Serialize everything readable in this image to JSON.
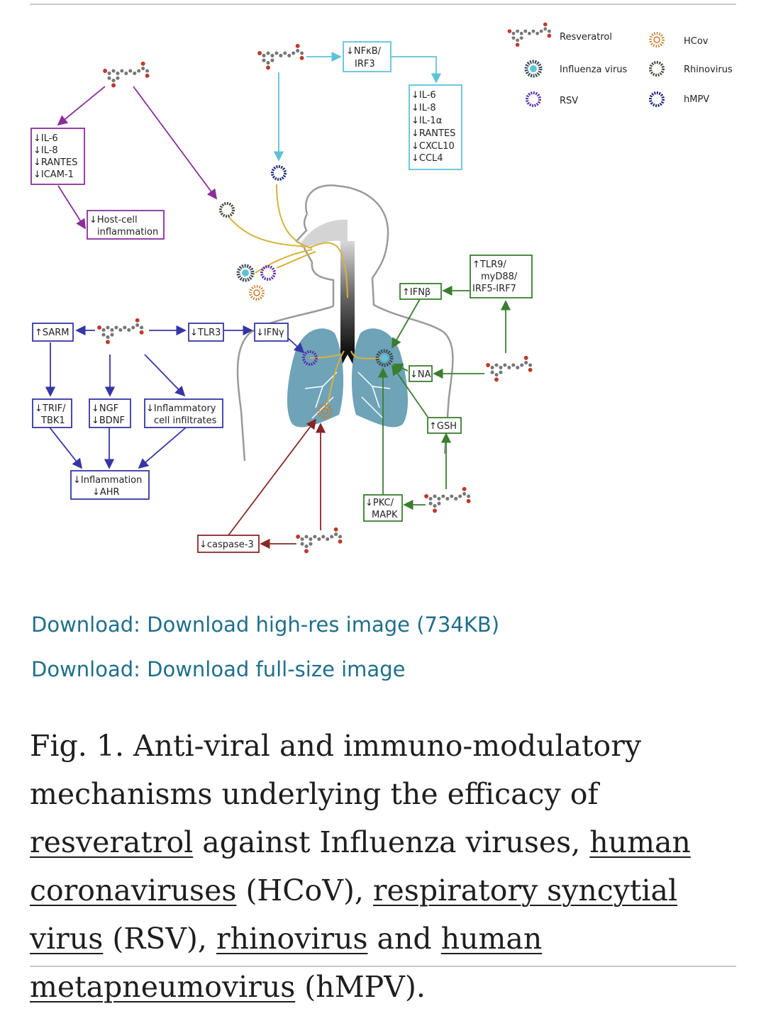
{
  "figure": {
    "legend": {
      "resveratrol": "Resveratrol",
      "hcov": "HCov",
      "influenza": "Influenza virus",
      "rhinovirus": "Rhinovirus",
      "rsv": "RSV",
      "hmpv": "hMPV"
    },
    "labels": {
      "nfkb_irf3_1": "↓NFκB/",
      "nfkb_irf3_2": "IRF3",
      "cyt_il6": "↓IL-6",
      "cyt_il8": "↓IL-8",
      "cyt_il1a": "↓IL-1α",
      "cyt_rantes": "↓RANTES",
      "cyt_cxcl10": "↓CXCL10",
      "cyt_ccl4": "↓CCL4",
      "left_il6": "↓IL-6",
      "left_il8": "↓IL-8",
      "left_rantes": "↓RANTES",
      "left_icam": "↓ICAM-1",
      "hostcell_1": "↓Host-cell",
      "hostcell_2": "inflammation",
      "tlr9_1": "↑TLR9/",
      "tlr9_2": "myD88/",
      "tlr9_3": "IRF5-IRF7",
      "ifnb": "↑IFNβ",
      "sarm": "↑SARM",
      "tlr3": "↓TLR3",
      "ifny": "↓IFNγ",
      "trif_1": "↓TRIF/",
      "trif_2": "TBK1",
      "ngf_1": "↓NGF",
      "ngf_2": "↓BDNF",
      "infl_1": "↓Inflammatory",
      "infl_2": "cell infiltrates",
      "ahr_1": "↓Inflammation",
      "ahr_2": "↓AHR",
      "na": "↓NA",
      "gsh": "↑GSH",
      "pkc_1": "↓PKC/",
      "pkc_2": "MAPK",
      "caspase": "↓caspase-3"
    }
  },
  "links": {
    "download_highres": "Download: Download high-res image (734KB)",
    "download_fullsize": "Download: Download full-size image"
  },
  "caption": {
    "t1": "Fig. 1. Anti-viral and immuno-modulatory mechanisms underlying the efficacy of ",
    "l1": "resveratrol",
    "t2": " against Influenza viruses, ",
    "l2": "human coronaviruses",
    "t3": " (HCoV), ",
    "l3": "respiratory syncytial virus",
    "t4": " (RSV), ",
    "l4": "rhinovirus",
    "t5": " and ",
    "l5": "human metapneumovirus",
    "t6": " (hMPV)."
  },
  "colors": {
    "purple": "#8a2e9b",
    "cyan": "#5ec3d8",
    "blue": "#3536a6",
    "green": "#3a7d2f",
    "darkred": "#8a2626",
    "yellow": "#d8b23a",
    "link": "#1f6f8b"
  }
}
